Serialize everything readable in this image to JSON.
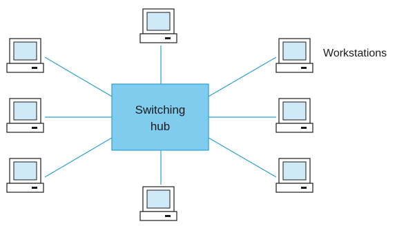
{
  "hub": {
    "label_line1": "Switching",
    "label_line2": "hub"
  },
  "workstations_label": "Workstations",
  "workstations": [
    {
      "id": "top"
    },
    {
      "id": "left-upper"
    },
    {
      "id": "left-middle"
    },
    {
      "id": "left-lower"
    },
    {
      "id": "bottom"
    },
    {
      "id": "right-upper"
    },
    {
      "id": "right-middle"
    },
    {
      "id": "right-lower"
    }
  ],
  "colors": {
    "link": "#2a9fd6",
    "hub_fill": "#80ccef",
    "screen_fill": "#cfe9f7",
    "outline": "#1a1a1a"
  }
}
